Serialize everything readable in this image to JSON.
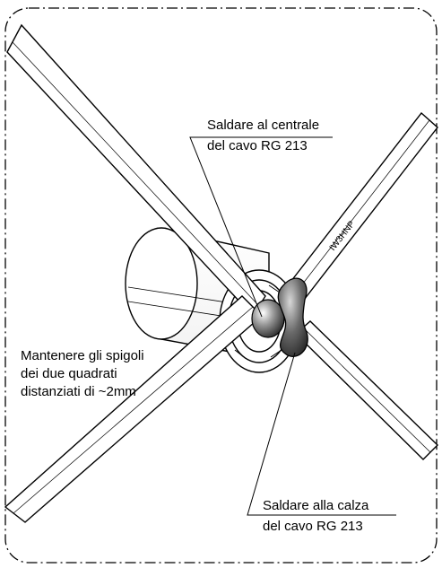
{
  "annotations": {
    "center_conductor": {
      "line1": "Saldare al centrale",
      "line2": "del cavo RG 213"
    },
    "shield": {
      "line1": "Saldare alla calza",
      "line2": "del cavo RG 213"
    },
    "spacing": {
      "line1": "Mantenere gli spigoli",
      "line2": "dei due quadrati",
      "line3": "distanziati di ~2mm"
    }
  },
  "marking": "IW3HNP",
  "colors": {
    "ink": "#000000",
    "solder_center": "#7a7a7a",
    "solder_shield": "#5a5a5a",
    "background": "#ffffff"
  }
}
